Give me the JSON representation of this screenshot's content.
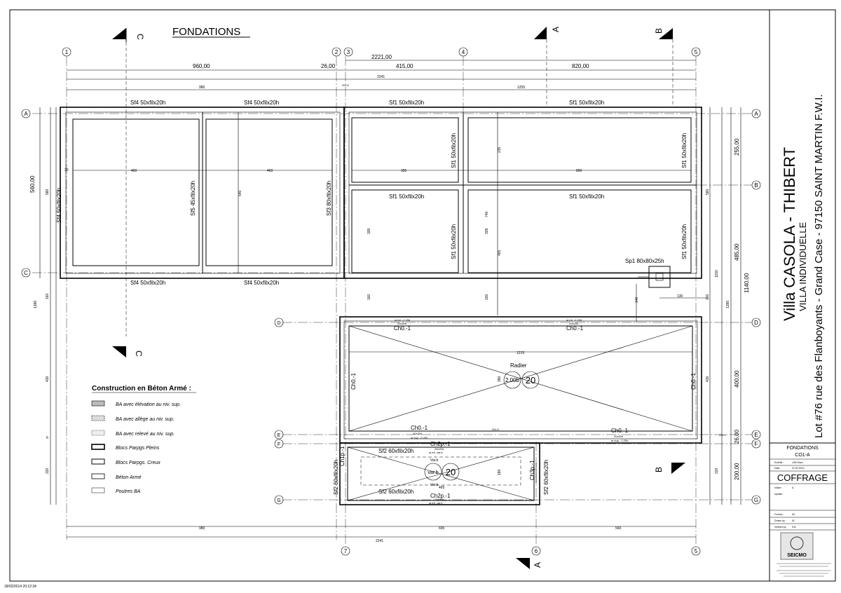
{
  "drawing": {
    "title": "FONDATIONS",
    "timestamp": "18/02/2014 20:12:34"
  },
  "title_block": {
    "project": "Villa CASOLA - THIBERT",
    "type": "VILLA INDIVIDUELLE",
    "address": "Lot #76 rue des Flanboyants - Grand Case - 97150 SAINT MARTIN F.W.I.",
    "sheet_name": "FONDATIONS",
    "sheet_code": "CO1-A",
    "sheet_kind": "COFFRAGE",
    "company": "SEICMO",
    "scale_label": "Echelle :",
    "scale_value": "1/50 5mm",
    "date_label": "Date :",
    "date_value": "01.02.2014",
    "index_label": "Indice :",
    "index_value": "A",
    "updates_label": "Update :",
    "format_label": "Format :",
    "format_value": "A2",
    "drawn_label": "Drawn by :",
    "drawn_value": "SL",
    "verified_label": "Verified by :",
    "verified_value": "S.B"
  },
  "grid": {
    "columns": [
      "1",
      "2",
      "3",
      "4",
      "5",
      "7",
      "6",
      "5"
    ],
    "rows": [
      "A",
      "B",
      "C",
      "D",
      "E",
      "F",
      "G"
    ]
  },
  "sections": {
    "c": "C",
    "a": "A",
    "b": "B"
  },
  "dimensions": {
    "overall_top": "2221,00",
    "top_1": "960,00",
    "top_2": "26,00",
    "top_3": "415,00",
    "top_4": "820,00",
    "sub_left": "980",
    "sub_mid": "20x 6",
    "sub_total": "2241",
    "sub_right": "1255",
    "right_a_b": "255,00",
    "right_b_d": "485,00",
    "right_total": "1140,00",
    "right_d_e": "400,00",
    "right_e_f": "26,00",
    "right_f_g": "200,00",
    "left_a_c": "560,00",
    "left_small_1": "580",
    "left_small_2": "1386",
    "left_small_3": "160",
    "left_small_4": "430",
    "left_small_5": "220",
    "left_small_6": "6",
    "right_small_1": "580",
    "right_small_2": "1150",
    "right_small_3": "1386",
    "right_small_4": "160",
    "right_small_5": "430",
    "right_small_6": "220",
    "bottom_1": "980",
    "bottom_2": "695",
    "bottom_3": "560",
    "bottom_total": "2241",
    "room_460a": "460",
    "room_460b": "460",
    "room_395": "395",
    "room_800": "800",
    "room_540": "540",
    "room_235": "235",
    "room_305a": "305",
    "room_305b": "305",
    "room_740": "740",
    "room_465": "465",
    "room_160a": "160",
    "room_160b": "160",
    "room_1215": "1215",
    "room_380": "380",
    "room_180": "180",
    "room_465b": "465",
    "room_140": "140",
    "room_130": "130",
    "w20": "20"
  },
  "labels": {
    "sf4_top_1": "Sf4 50xfilx20h",
    "sf4_top_2": "Sf4 50xfilx20h",
    "sf1_top_1": "Sf1 50xfilx20h",
    "sf1_top_2": "Sf1 50xfilx20h",
    "sf4_left": "Sf4 50xfilx20h",
    "sf5": "Sf5 45xfilx20h",
    "sf3": "Sf3 80xfilx20h",
    "sf1_v1": "Sf1 50xfilx20h",
    "sf1_v2": "Sf1 50xfilx20h",
    "sf1_mid_1": "Sf1 50xfilx20h",
    "sf1_mid_2": "Sf1 50xfilx20h",
    "sf1_v3": "Sf1 50xfilx20h",
    "sf1_v4": "Sf1 50xfilx20h",
    "sf4_bot_1": "Sf4 50xfilx20h",
    "sf4_bot_2": "Sf4 50xfilx20h",
    "sp1": "Sp1 80x80x25h",
    "ch0_top_1": "Ch0.-1",
    "ch0_top_2": "Ch0.-1",
    "ch0_left": "Ch0.-1",
    "ch0_right": "Ch0.-1",
    "ch0_bot_1": "Ch0.-1",
    "ch0_bot_2": "Ch0.-1",
    "radier": "Radier",
    "radier_thk": "2.00b",
    "radier_num": "20",
    "ch2p_top": "Ch2p.-1",
    "ch2p_bot": "Ch2p.-1",
    "sf2_top": "Sf2 60xfilx20h",
    "sf2_bot": "Sf2 60xfilx20h",
    "sf2_left": "Sf2 60xfilx20h",
    "sf2_right": "Sf2 60xfilx20h",
    "ch1p": "Ch1p.-1",
    "ch3p": "Ch3p.-1",
    "varb": "var.b",
    "var_num": "20",
    "var_b_small": "Var.b",
    "beam_small": "20x20h",
    "arinf": "ar.inf. -2.20b",
    "arsup": "ar.sup. -2.20b",
    "arinf_var": "ar.inf. var.b",
    "sec_20x6": "20x 6"
  },
  "legend": {
    "title": "Construction en Béton Armé :",
    "items": [
      "BA avec élévation au niv. sup.",
      "BA avec allège au niv. sup.",
      "BA avec relevé au niv. sup.",
      "Blocs Parpgs Pleins",
      "Blocs Parpgs. Creux",
      "Béton Armé",
      "Poutres BA"
    ]
  }
}
